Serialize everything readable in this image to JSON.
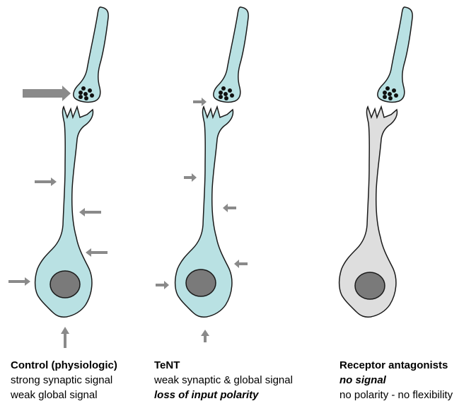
{
  "colors": {
    "neuron_fill": "#b9e1e3",
    "blocked_fill": "#dedede",
    "nucleus_fill": "#7a7a7a",
    "arrow": "#8a8a8a",
    "outline": "#1a1a1a"
  },
  "panels": [
    {
      "title": "Control (physiologic)",
      "lines": [
        "strong synaptic signal",
        "weak global signal"
      ]
    },
    {
      "title": "TeNT",
      "lines": [
        "weak synaptic & global signal",
        "loss of input polarity"
      ]
    },
    {
      "title": "Receptor antagonists",
      "lines": [
        "no signal",
        "no polarity - no flexibility"
      ]
    }
  ]
}
